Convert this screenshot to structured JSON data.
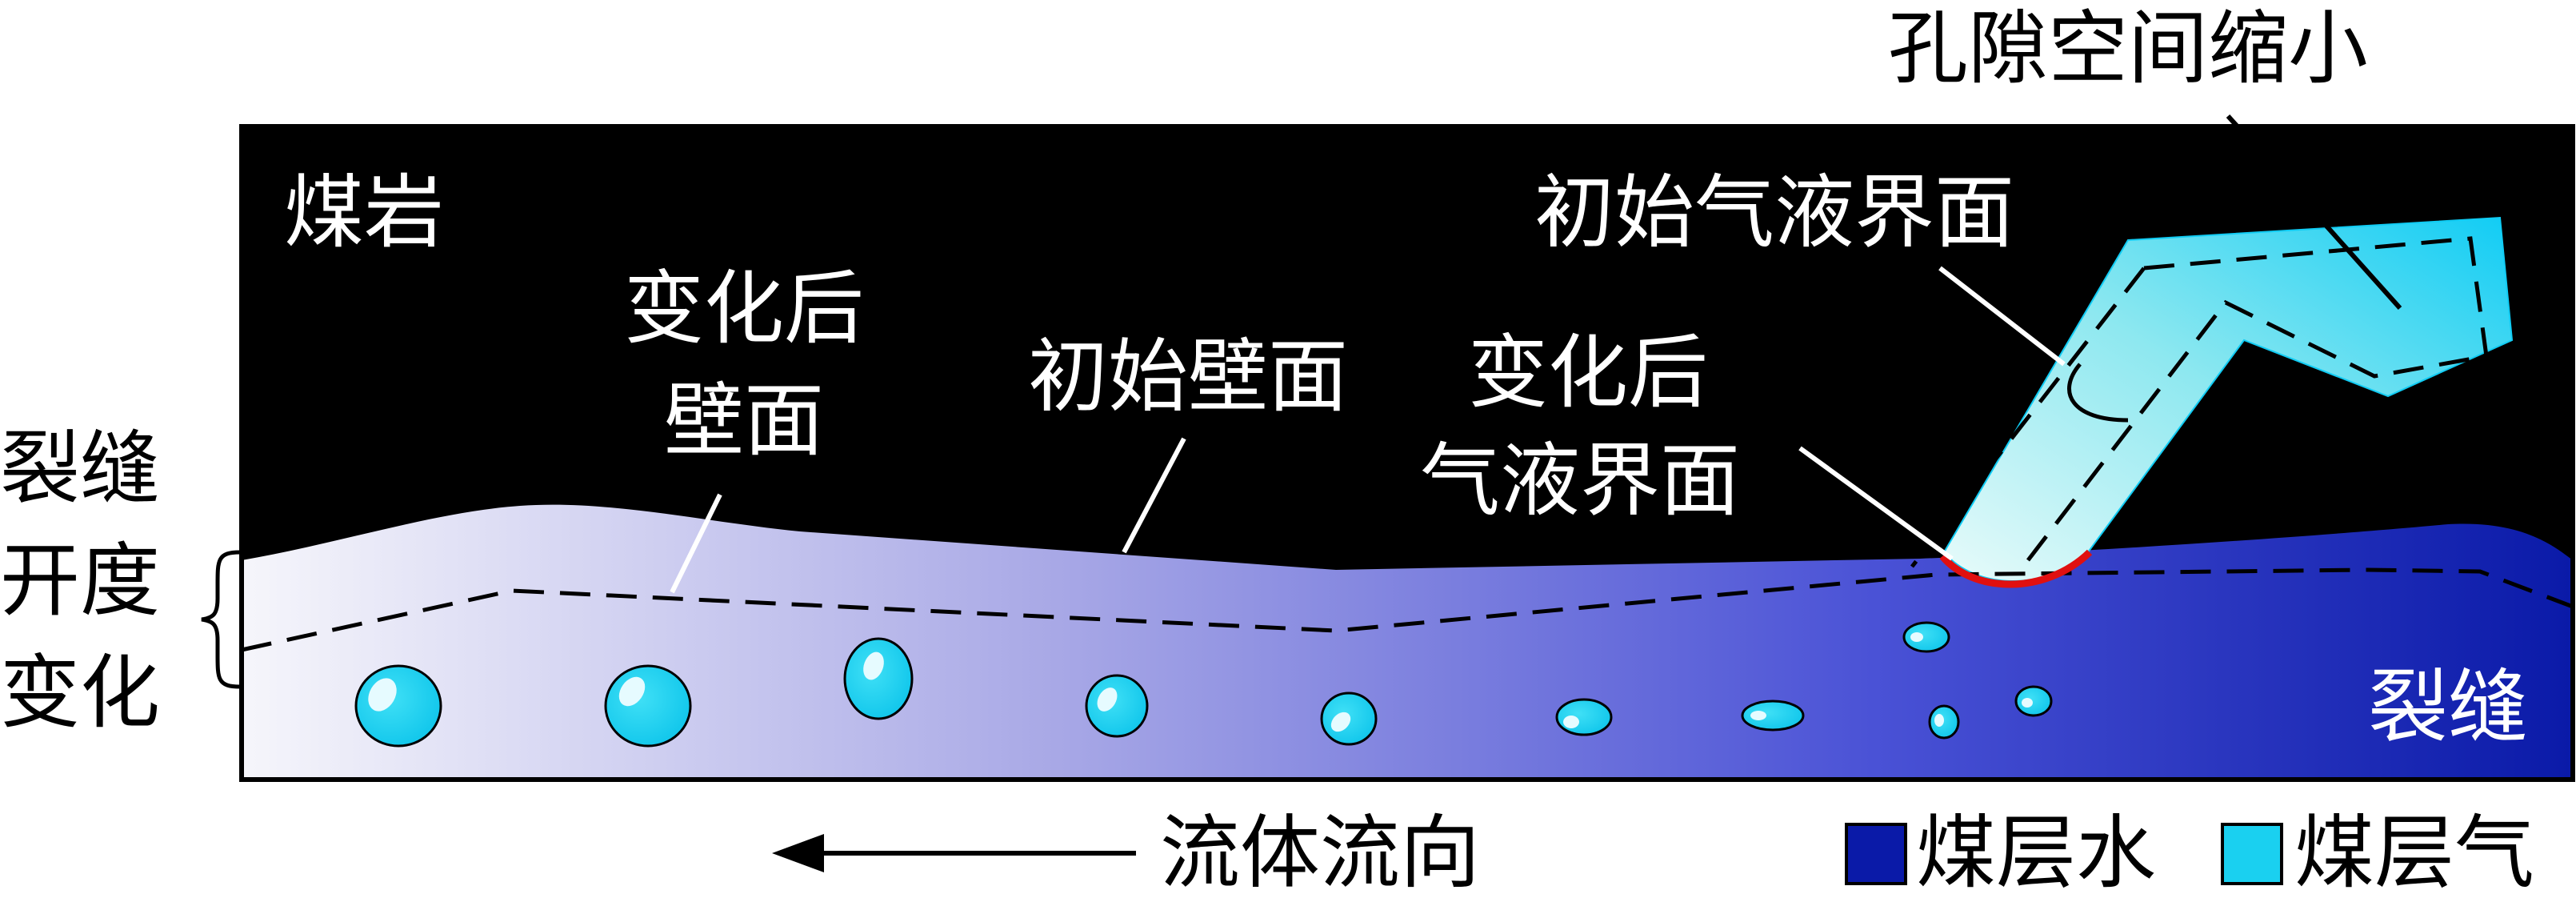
{
  "labels": {
    "coal_rock": "煤岩",
    "changed_wall_line1": "变化后",
    "changed_wall_line2": "壁面",
    "initial_wall": "初始壁面",
    "changed_interface_line1": "变化后",
    "changed_interface_line2": "气液界面",
    "initial_interface": "初始气液界面",
    "pore_shrink": "孔隙空间缩小",
    "aperture_line1": "裂缝",
    "aperture_line2": "开度",
    "aperture_line3": "变化",
    "fracture": "裂缝",
    "fluid_direction": "流体流向"
  },
  "legend": [
    {
      "label": "煤层水",
      "color": "#0a1aa8"
    },
    {
      "label": "煤层气",
      "color": "#1ad0f0"
    }
  ],
  "colors": {
    "rock": "#000000",
    "water_light": "#f6f6fb",
    "water_dark": "#0a1aa8",
    "gas": "#1ad0f0",
    "interface_changed": "#e01010"
  },
  "icons": [
    "left-arrow-icon",
    "brace-icon"
  ]
}
